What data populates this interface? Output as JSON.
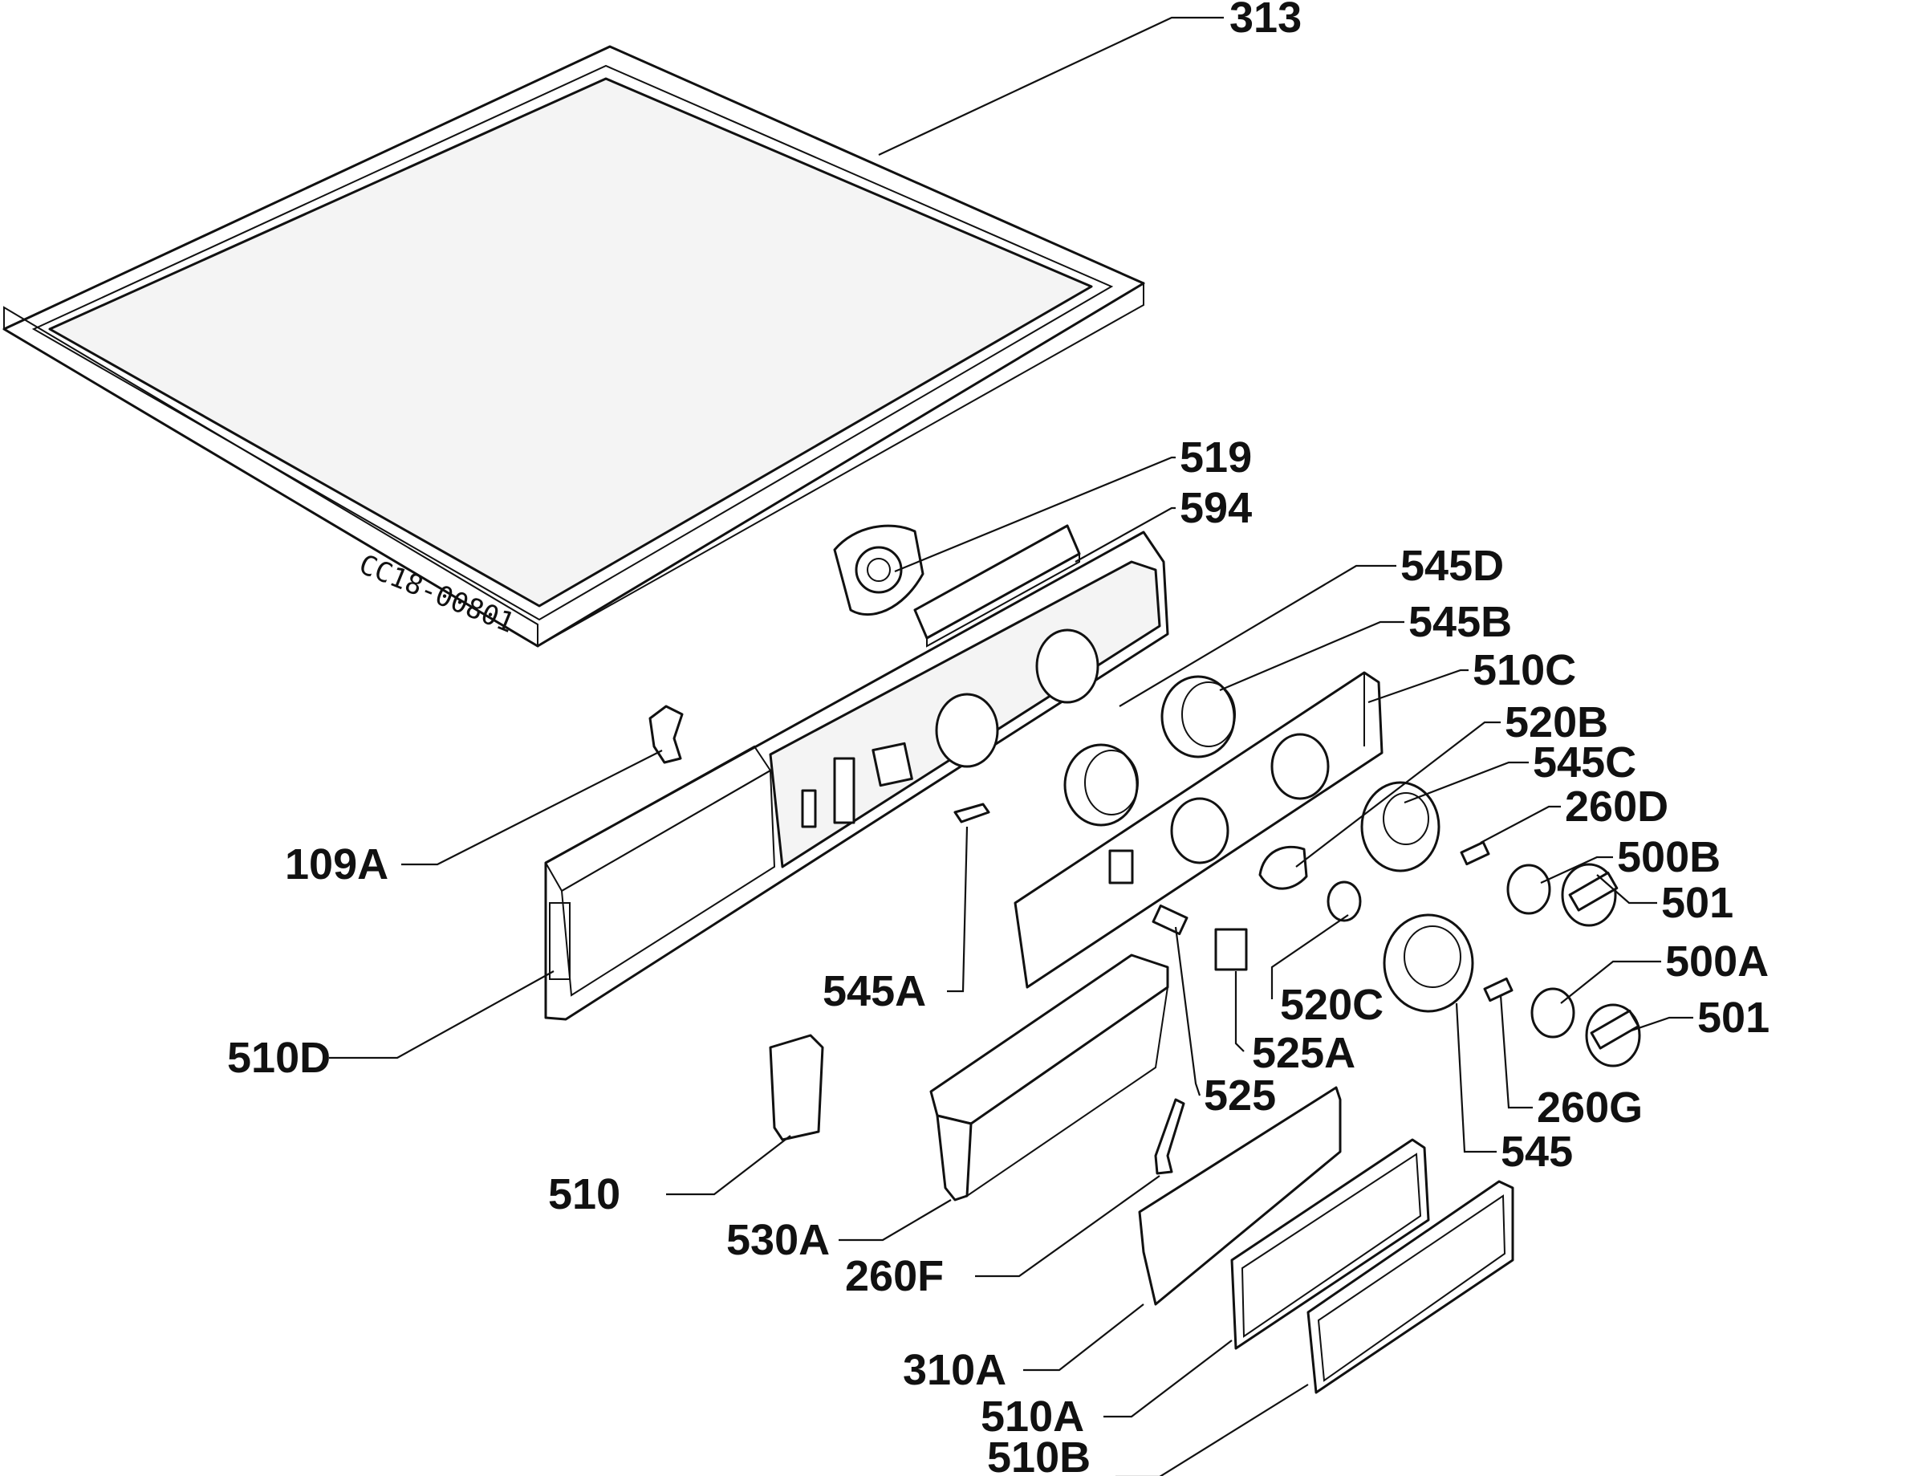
{
  "diagram_ref": "CC18-00801",
  "callouts": {
    "c313": "313",
    "c519": "519",
    "c594": "594",
    "c545D": "545D",
    "c545B": "545B",
    "c510C": "510C",
    "c520B": "520B",
    "c545C": "545C",
    "c260D": "260D",
    "c500B": "500B",
    "c501a": "501",
    "c500A": "500A",
    "c501b": "501",
    "c109A": "109A",
    "c545A": "545A",
    "c510D": "510D",
    "c520C": "520C",
    "c525A": "525A",
    "c525": "525",
    "c260G": "260G",
    "c545": "545",
    "c510": "510",
    "c530A": "530A",
    "c260F": "260F",
    "c310A": "310A",
    "c510A": "510A",
    "c510B": "510B"
  }
}
